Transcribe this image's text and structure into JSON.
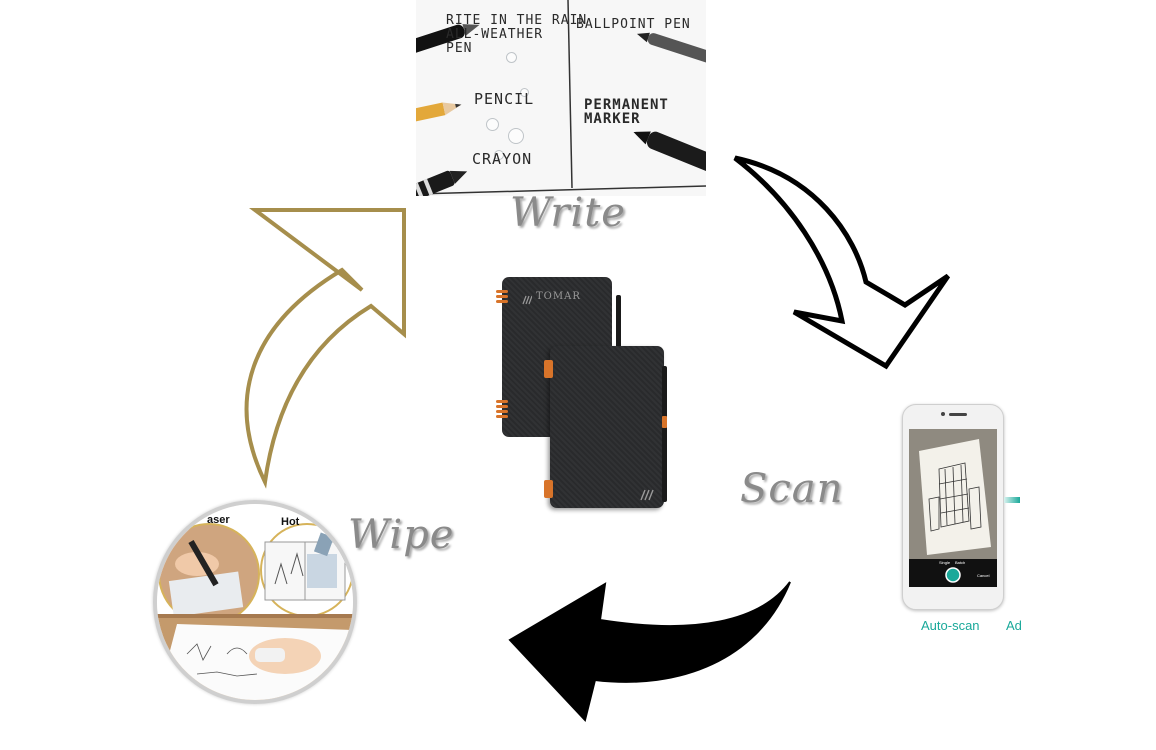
{
  "pens": {
    "rite_in_the_rain": "RITE IN THE RAIN\nALL-WEATHER\nPEN",
    "ballpoint": "BALLPOINT PEN",
    "pencil": "PENCIL",
    "permanent_marker": "PERMANENT\nMARKER",
    "crayon": "CRAYON"
  },
  "stages": {
    "write": "Write",
    "scan": "Scan",
    "wipe": "Wipe"
  },
  "notebook": {
    "brand": "TOMAR"
  },
  "phone": {
    "mode_single": "Single",
    "mode_batch": "Batch",
    "cancel": "Cancel",
    "caption_auto_scan": "Auto-scan",
    "caption_next": "Ad"
  },
  "wipe_photo": {
    "left_label": "aser",
    "right_label": "Hot"
  },
  "colors": {
    "gold_arrow_stroke": "#a68e4c",
    "arrow_black": "#000000",
    "label_gray": "#8a8a8a",
    "notebook_body": "#2a2b2d",
    "accent_orange": "#d8742a",
    "scan_teal": "#1aa99a"
  },
  "icons": [
    "gold-up-arrow-icon",
    "white-down-arrow-icon",
    "black-left-arrow-icon"
  ]
}
